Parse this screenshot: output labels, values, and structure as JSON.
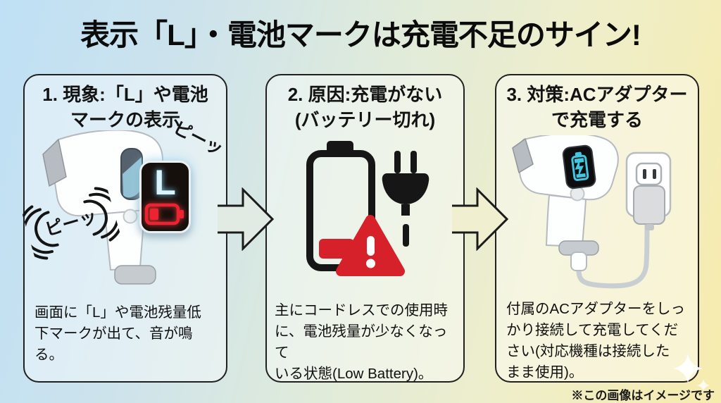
{
  "title": "表示「L」・電池マークは充電不足のサイン!",
  "footnote": "※この画像はイメージです",
  "panels": [
    {
      "id": 1,
      "header": "1. 現象:「L」や電池\nマークの表示",
      "body": "画面に「L」や電池残量低\n下マークが出て、音が鳴る。",
      "beep_top": "ピーッ",
      "beep_left": "ピーッ",
      "display_letter": "L",
      "illustration": "thermometer-with-low-battery-display"
    },
    {
      "id": 2,
      "header": "2. 原因:充電がない\n(バッテリー切れ)",
      "body": "主にコードレスでの使用時\nに、電池残量が少なくなって\nいる状態(Low Battery)。",
      "illustration": "empty-battery-warning-and-plug"
    },
    {
      "id": 3,
      "header": "3. 対策:ACアダプター\nで充電する",
      "body": "付属のACアダプターをしっ\nかり接続して充電してくだ\nさい(対応機種は接続した\nまま使用)。",
      "illustration": "thermometer-charging-from-outlet"
    }
  ],
  "icons": {
    "arrow_right": "arrow-right-icon",
    "sound_waves": "sound-waves-icon",
    "battery_low_red": "battery-low-icon",
    "battery_empty": "battery-empty-icon",
    "warning_triangle": "warning-icon",
    "power_plug": "plug-icon",
    "charging_battery": "battery-charging-icon",
    "wall_outlet": "outlet-icon",
    "sparkle": "sparkle-icon"
  },
  "colors": {
    "bg_blue": "#bfe0f5",
    "bg_yellow": "#f7ecae",
    "panel_border": "#202020",
    "alert_red": "#d6202a",
    "display_glow_cyan": "#d9f4fc",
    "charge_cyan": "#41c8de"
  }
}
